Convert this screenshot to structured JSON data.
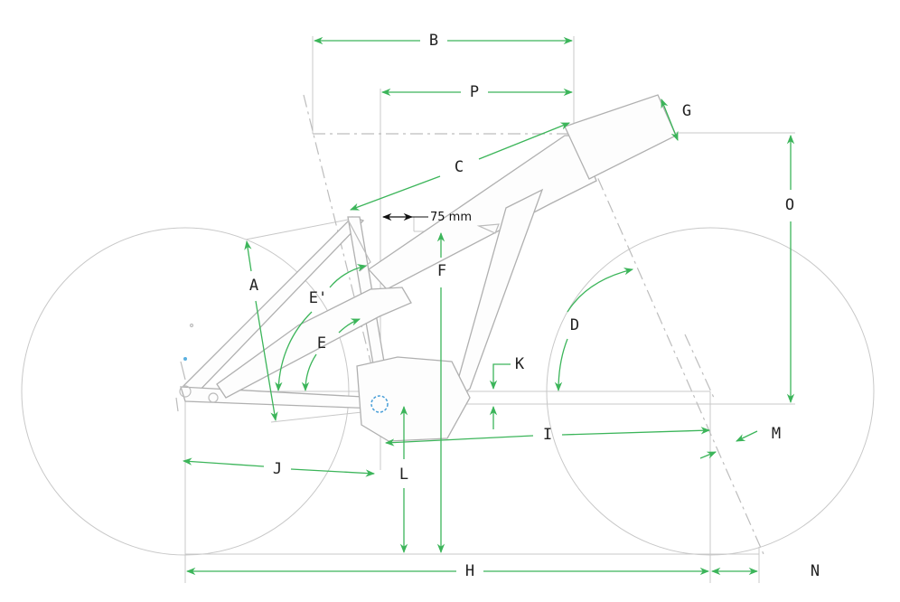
{
  "title": "Bike geometry diagram",
  "colors": {
    "dimension": "#3cb55a",
    "frame": "#b0b0b0",
    "bottom_bracket": "#4a9fd8"
  },
  "labels": {
    "A": "A",
    "B": "B",
    "C": "C",
    "D": "D",
    "E": "E",
    "E_prime": "E'",
    "F": "F",
    "G": "G",
    "H": "H",
    "I": "I",
    "J": "J",
    "K": "K",
    "L": "L",
    "M": "M",
    "N": "N",
    "O": "O",
    "P": "P"
  },
  "annotation_75mm": "75 mm"
}
